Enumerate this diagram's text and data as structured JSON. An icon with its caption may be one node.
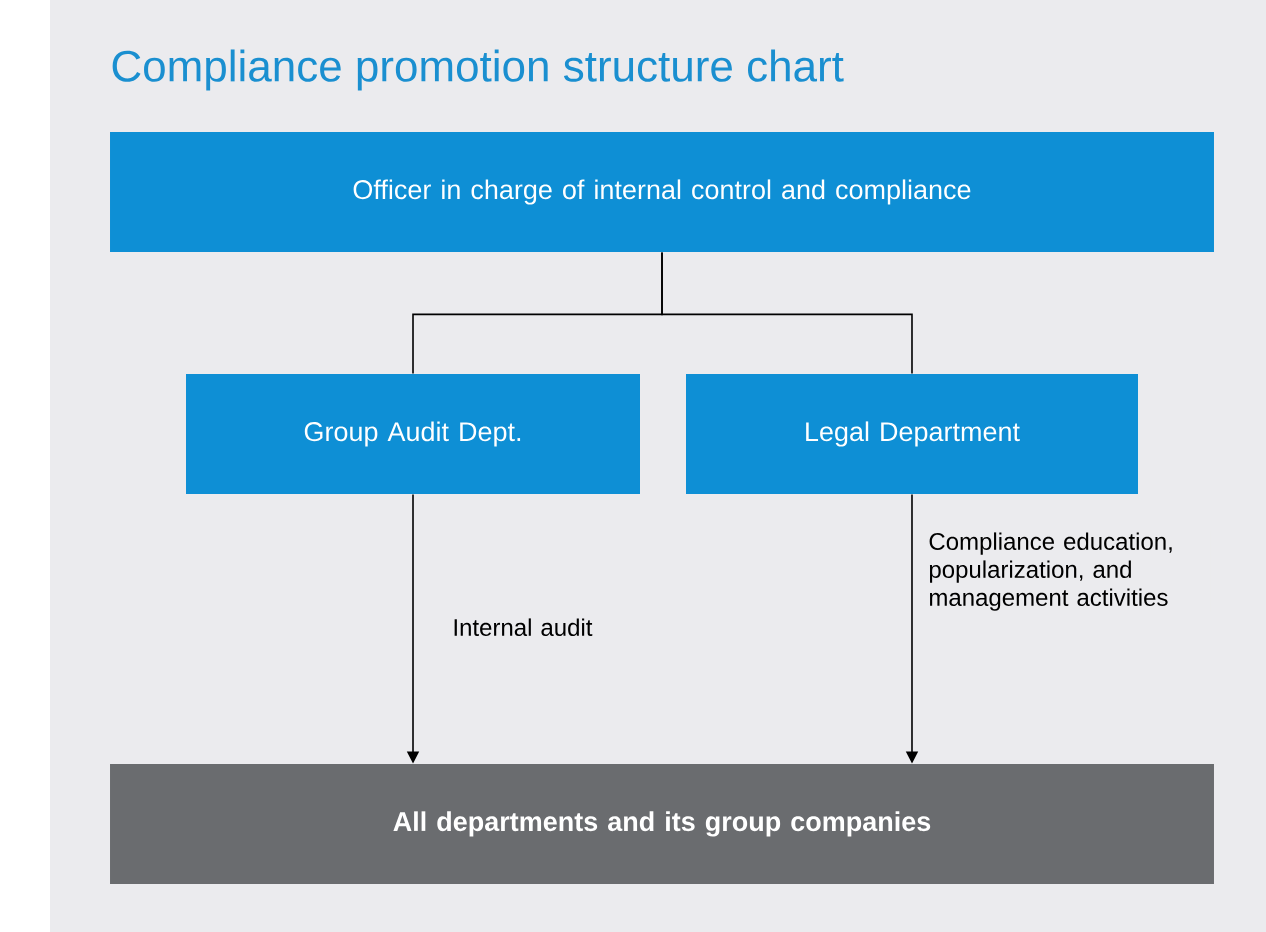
{
  "diagram": {
    "title": "Compliance promotion structure chart",
    "nodes": [
      {
        "text": [
          "Officer in charge of internal control and compliance"
        ]
      },
      {
        "text": [
          "Group Audit Dept."
        ]
      },
      {
        "text": [
          "Legal Department"
        ]
      },
      {
        "text": [
          "All departments and its group companies"
        ]
      }
    ],
    "edges": [
      {
        "from": 0,
        "to": 1,
        "arrow": "none"
      },
      {
        "from": 0,
        "to": 2,
        "arrow": "none"
      },
      {
        "from": 1,
        "to": 3,
        "arrow": "to",
        "label": "Internal audit"
      },
      {
        "from": 2,
        "to": 3,
        "arrow": "to",
        "label": "Compliance education, popularization, and management activities"
      }
    ]
  }
}
